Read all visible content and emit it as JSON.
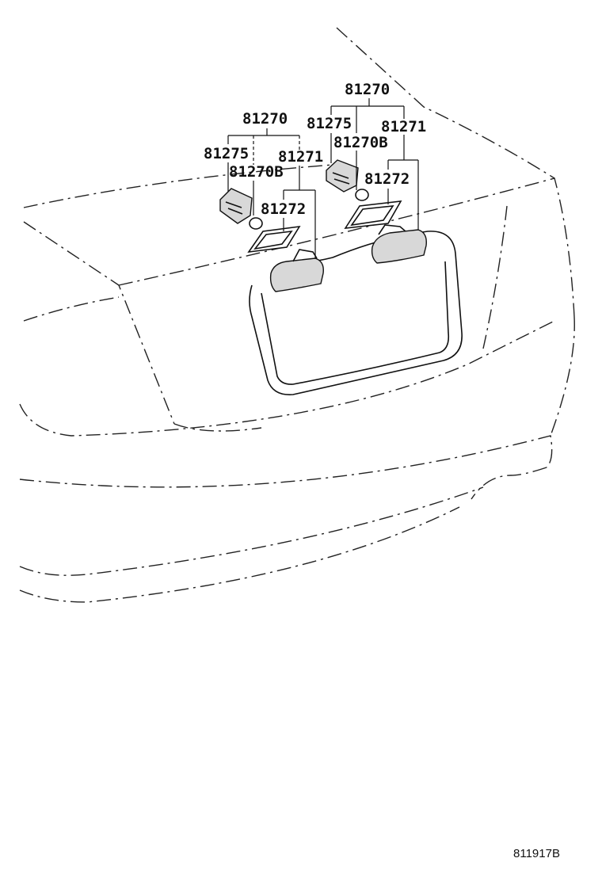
{
  "diagram": {
    "reference_code": "811917B",
    "left_lamp": {
      "assembly": "81270",
      "socket": "81275",
      "bulb": "81270B",
      "lens": "81271",
      "gasket": "81272"
    },
    "right_lamp": {
      "assembly": "81270",
      "socket": "81275",
      "bulb": "81270B",
      "lens": "81271",
      "gasket": "81272"
    },
    "colors": {
      "line": "#111111",
      "background": "#ffffff",
      "shade": "#d8d8d8"
    }
  }
}
